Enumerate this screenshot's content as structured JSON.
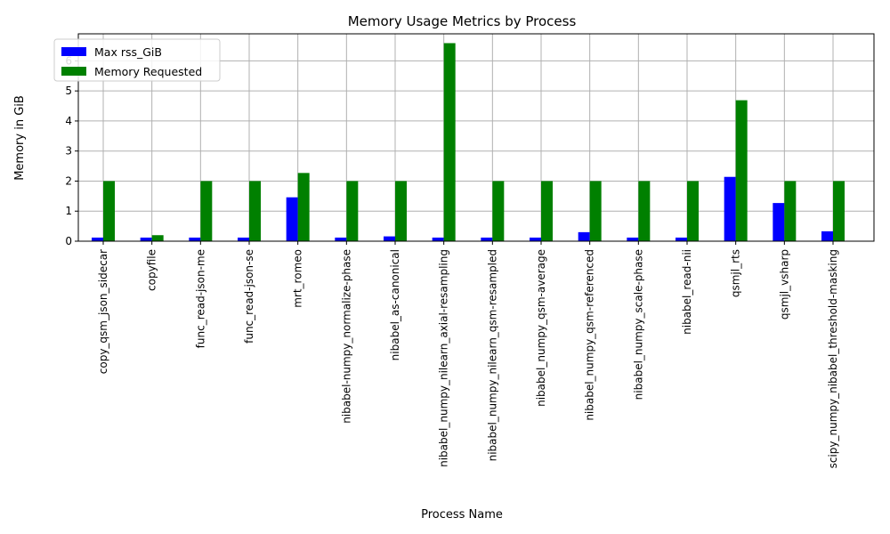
{
  "chart_data": {
    "type": "bar",
    "title": "Memory Usage Metrics by Process",
    "xlabel": "Process Name",
    "ylabel": "Memory in GiB",
    "ylim": [
      0,
      6.9
    ],
    "yticks": [
      "0",
      "1",
      "2",
      "3",
      "4",
      "5",
      "6"
    ],
    "grid": true,
    "legend_position": "top-left",
    "categories": [
      "copy_qsm_json_sidecar",
      "copyfile",
      "func_read-json-me",
      "func_read-json-se",
      "mrt_romeo",
      "nibabel-numpy_normalize-phase",
      "nibabel_as-canonical",
      "nibabel_numpy_nilearn_axial-resampling",
      "nibabel_numpy_nilearn_qsm-resampled",
      "nibabel_numpy_qsm-average",
      "nibabel_numpy_qsm-referenced",
      "nibabel_numpy_scale-phase",
      "nibabel_read-nii",
      "qsmjl_rts",
      "qsmjl_vsharp",
      "scipy_numpy_nibabel_threshold-masking"
    ],
    "series": [
      {
        "name": "Max rss_GiB",
        "color": "#0000ff",
        "values": [
          0.12,
          0.12,
          0.12,
          0.12,
          1.46,
          0.12,
          0.16,
          0.12,
          0.12,
          0.12,
          0.3,
          0.12,
          0.12,
          2.14,
          1.27,
          0.33
        ]
      },
      {
        "name": "Memory Requested",
        "color": "#008000",
        "values": [
          2.0,
          0.2,
          2.0,
          2.0,
          2.27,
          2.0,
          2.0,
          6.59,
          2.0,
          2.0,
          2.0,
          2.0,
          2.0,
          4.69,
          2.0,
          2.0
        ]
      }
    ]
  }
}
